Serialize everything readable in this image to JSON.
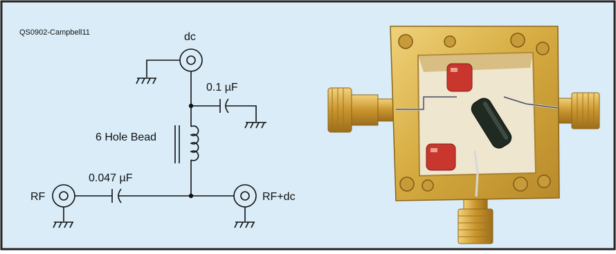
{
  "figure": {
    "id_label": "QS0902-Campbell11",
    "background_color": "#d9ecf7",
    "border_color": "#222222"
  },
  "schematic": {
    "dc_label": "dc",
    "cap_top_label": "0.1 µF",
    "inductor_label": "6 Hole Bead",
    "cap_left_label": "0.047 µF",
    "rf_label": "RF",
    "rf_dc_label": "RF+dc"
  },
  "photo": {
    "body_color": "#d9b24a",
    "cavity_color": "#f2ead8",
    "capacitor_color": "#c8362e",
    "bead_color": "#1f2a22"
  }
}
